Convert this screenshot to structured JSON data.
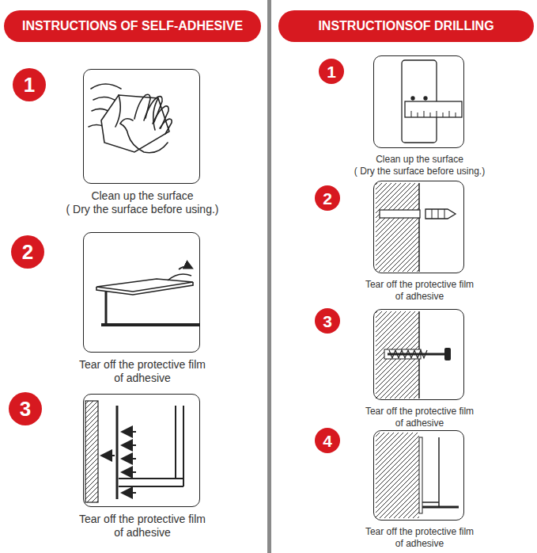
{
  "diagram": {
    "nodes": [
      {
        "text": [
          "INSTRUCTIONS OF SELF-ADHESIVE"
        ]
      },
      {
        "text": [
          "1"
        ]
      },
      {
        "text": [
          "Clean up the surface",
          "( Dry the surface before using.)"
        ]
      },
      {
        "text": [
          "2"
        ]
      },
      {
        "text": [
          "Tear off the protective film of adhesive"
        ]
      },
      {
        "text": [
          "3"
        ]
      },
      {
        "text": [
          "Tear off the protective film of adhesive"
        ]
      },
      {
        "text": [
          "INSTRUCTIONSOF DRILLING"
        ]
      },
      {
        "text": [
          "1"
        ]
      },
      {
        "text": [
          "Clean up the surface",
          "( Dry the surface before using.)"
        ]
      },
      {
        "text": [
          "2"
        ]
      },
      {
        "text": [
          "Tear off the protective film of adhesive"
        ]
      },
      {
        "text": [
          "3"
        ]
      },
      {
        "text": [
          "Tear off the protective film of adhesive"
        ]
      },
      {
        "text": [
          "4"
        ]
      },
      {
        "text": [
          "Tear off the protective film of adhesive"
        ]
      }
    ]
  }
}
